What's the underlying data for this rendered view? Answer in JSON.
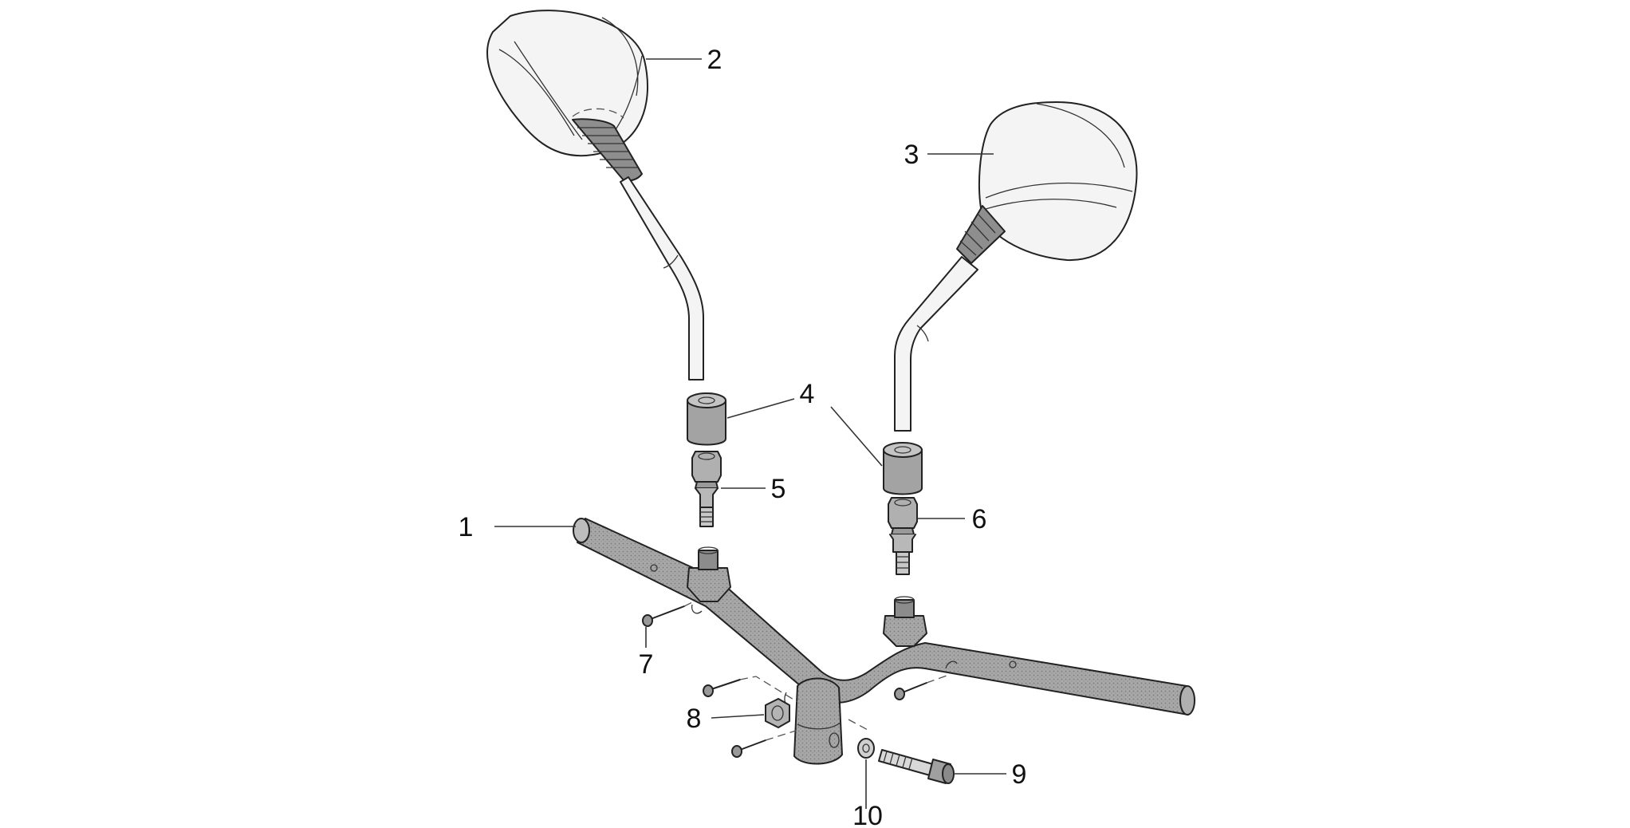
{
  "diagram": {
    "type": "exploded-parts-diagram",
    "colors": {
      "line": "#222222",
      "part_fill": "#9c9c9c",
      "mirror_fill": "#f4f4f4",
      "background": "#ffffff"
    },
    "callouts": [
      {
        "id": "1",
        "label": "1"
      },
      {
        "id": "2",
        "label": "2"
      },
      {
        "id": "3",
        "label": "3"
      },
      {
        "id": "4",
        "label": "4"
      },
      {
        "id": "5",
        "label": "5"
      },
      {
        "id": "6",
        "label": "6"
      },
      {
        "id": "7",
        "label": "7"
      },
      {
        "id": "8",
        "label": "8"
      },
      {
        "id": "9",
        "label": "9"
      },
      {
        "id": "10",
        "label": "10"
      }
    ]
  }
}
